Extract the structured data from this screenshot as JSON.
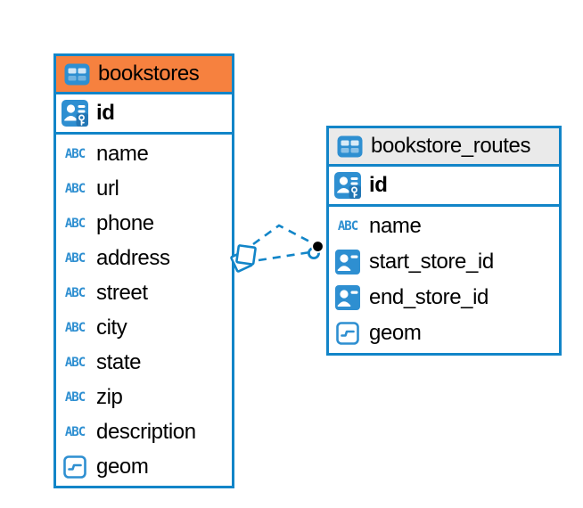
{
  "colors": {
    "table_border": "#1285C8",
    "header_orange": "#F6813F",
    "header_gray": "#EAEAEA",
    "icon_blue": "#2E8FD1",
    "relation_line": "#1285C8",
    "text": "#000000"
  },
  "icons": {
    "abc_label": "ABC"
  },
  "tables": [
    {
      "name": "bookstores",
      "header_style": "orange",
      "header_icon": "table-icon",
      "pk": {
        "name": "id",
        "icon": "person-key-icon"
      },
      "columns": [
        {
          "name": "name",
          "icon": "text-abc-icon"
        },
        {
          "name": "url",
          "icon": "text-abc-icon"
        },
        {
          "name": "phone",
          "icon": "text-abc-icon"
        },
        {
          "name": "address",
          "icon": "text-abc-icon"
        },
        {
          "name": "street",
          "icon": "text-abc-icon"
        },
        {
          "name": "city",
          "icon": "text-abc-icon"
        },
        {
          "name": "state",
          "icon": "text-abc-icon"
        },
        {
          "name": "zip",
          "icon": "text-abc-icon"
        },
        {
          "name": "description",
          "icon": "text-abc-icon"
        },
        {
          "name": "geom",
          "icon": "geometry-icon"
        }
      ]
    },
    {
      "name": "bookstore_routes",
      "header_style": "gray",
      "header_icon": "table-icon",
      "pk": {
        "name": "id",
        "icon": "person-key-icon"
      },
      "columns": [
        {
          "name": "name",
          "icon": "text-abc-icon"
        },
        {
          "name": "start_store_id",
          "icon": "person-ref-icon"
        },
        {
          "name": "end_store_id",
          "icon": "person-ref-icon"
        },
        {
          "name": "geom",
          "icon": "geometry-icon"
        }
      ]
    }
  ],
  "relationships": [
    {
      "between": [
        "bookstores",
        "bookstore_routes"
      ],
      "style": "dashed",
      "left_marker": "diamond",
      "right_marker": "dot"
    },
    {
      "between": [
        "bookstores",
        "bookstore_routes"
      ],
      "style": "dashed",
      "left_marker": "diamond",
      "right_marker": "dot"
    }
  ]
}
